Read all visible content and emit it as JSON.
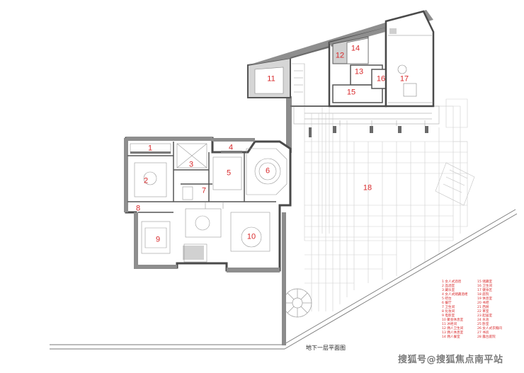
{
  "caption": "地下一层平面图",
  "watermark": "搜狐号@搜狐焦点南平站",
  "room_numbers": [
    "1",
    "2",
    "3",
    "4",
    "5",
    "6",
    "7",
    "8",
    "9",
    "10",
    "11",
    "12",
    "13",
    "14",
    "15",
    "16",
    "17",
    "18"
  ],
  "legend": [
    "1 女人式酒窖",
    "2 品酒室",
    "3 藏乐室",
    "4 女人式储藏酒柜",
    "5 吧台",
    "6 餐厅",
    "7 卫生间",
    "8 化妆间",
    "9 电影室",
    "10 聚会休息室",
    "11 冰柜间",
    "12 佣人卫生间",
    "13 佣人休息室",
    "14 佣人餐室",
    "15 储藏室",
    "16 卫生间",
    "17 健身区",
    "18 庭院",
    "19 休息室",
    "20 书吧",
    "21 西厨",
    "22 茶室",
    "23 起居室",
    "24 水池",
    "25 卧室",
    "26 女人式衣帽间",
    "27 书房",
    "28 露台庭院"
  ]
}
